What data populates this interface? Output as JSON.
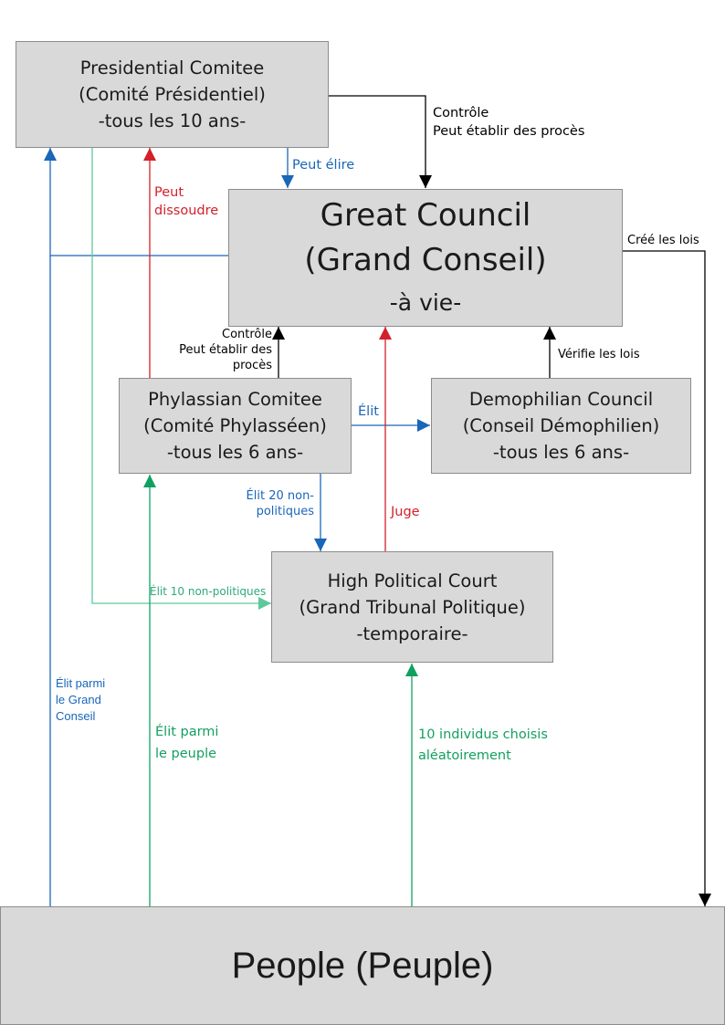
{
  "boxes": {
    "presidential": [
      "Presidential Comitee",
      "(Comité Présidentiel)",
      "-tous les 10 ans-"
    ],
    "great_council": [
      "Great Council",
      "(Grand Conseil)",
      "-à vie-"
    ],
    "phylassian": [
      "Phylassian Comitee",
      "(Comité Phylasséen)",
      "-tous les 6 ans-"
    ],
    "demophilian": [
      "Demophilian Council",
      "(Conseil Démophilien)",
      "-tous les 6 ans-"
    ],
    "court": [
      "High Political Court",
      "(Grand Tribunal Politique)",
      "-temporaire-"
    ],
    "people": "People (Peuple)"
  },
  "labels": {
    "controle_top": [
      "Contrôle",
      "Peut établir des procès"
    ],
    "peut_elire": "Peut élire",
    "peut_dissoudre": [
      "Peut",
      "dissoudre"
    ],
    "cree_lois": "Créé les lois",
    "controle_mid": [
      "Contrôle",
      "Peut établir des",
      "procès"
    ],
    "verifie_lois": "Vérifie les lois",
    "elit": "Élit",
    "elit_20": [
      "Élit 20 non-",
      "politiques"
    ],
    "juge": "Juge",
    "elit_10": "Élit 10 non-politiques",
    "elit_parmi_conseil": [
      "Élit parmi",
      "le Grand",
      "Conseil"
    ],
    "elit_parmi_peuple": [
      "Élit parmi",
      "le peuple"
    ],
    "individus": [
      "10 individus choisis",
      "aléatoirement"
    ]
  },
  "colors": {
    "black": "#000000",
    "blue": "#1a66b8",
    "red": "#d4202a",
    "green": "#12a060",
    "light_green": "#5dc99a",
    "box_fill": "#d9d9d9",
    "box_border": "#8c8c8c"
  }
}
